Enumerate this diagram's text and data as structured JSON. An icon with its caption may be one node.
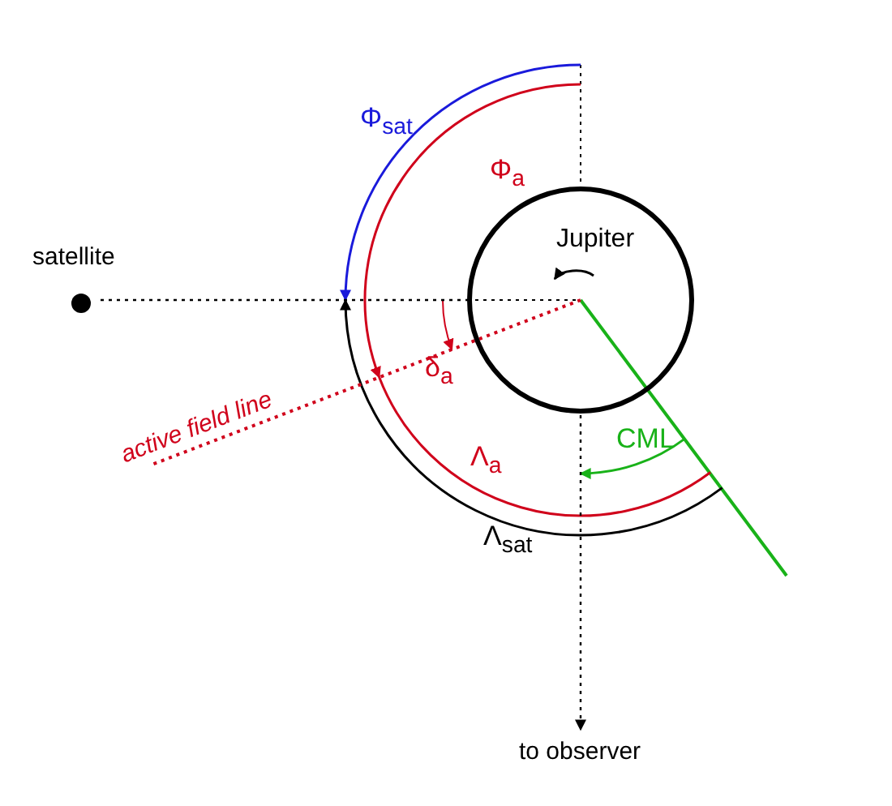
{
  "diagram": {
    "nodes": [
      {
        "text": [
          "satellite"
        ]
      },
      {
        "text": [
          "Jupiter"
        ]
      },
      {
        "text": [
          "to observer"
        ]
      },
      {
        "text": [
          "active field line"
        ]
      }
    ],
    "edges": [
      {
        "from": 0,
        "to": 1,
        "arrow": "none",
        "style": "dashed"
      },
      {
        "from": 1,
        "to": 2,
        "arrow": "to",
        "style": "dashed"
      },
      {
        "from": 1,
        "to": 3,
        "arrow": "none",
        "style": "dashed",
        "color": "#d0021b"
      }
    ],
    "labels": [
      "Φ$_{sat}$",
      "Φ$_{a}$",
      "δ$_{a}$",
      "CML",
      "Λ$_{a}$",
      "Λ$_{sat}$"
    ]
  }
}
